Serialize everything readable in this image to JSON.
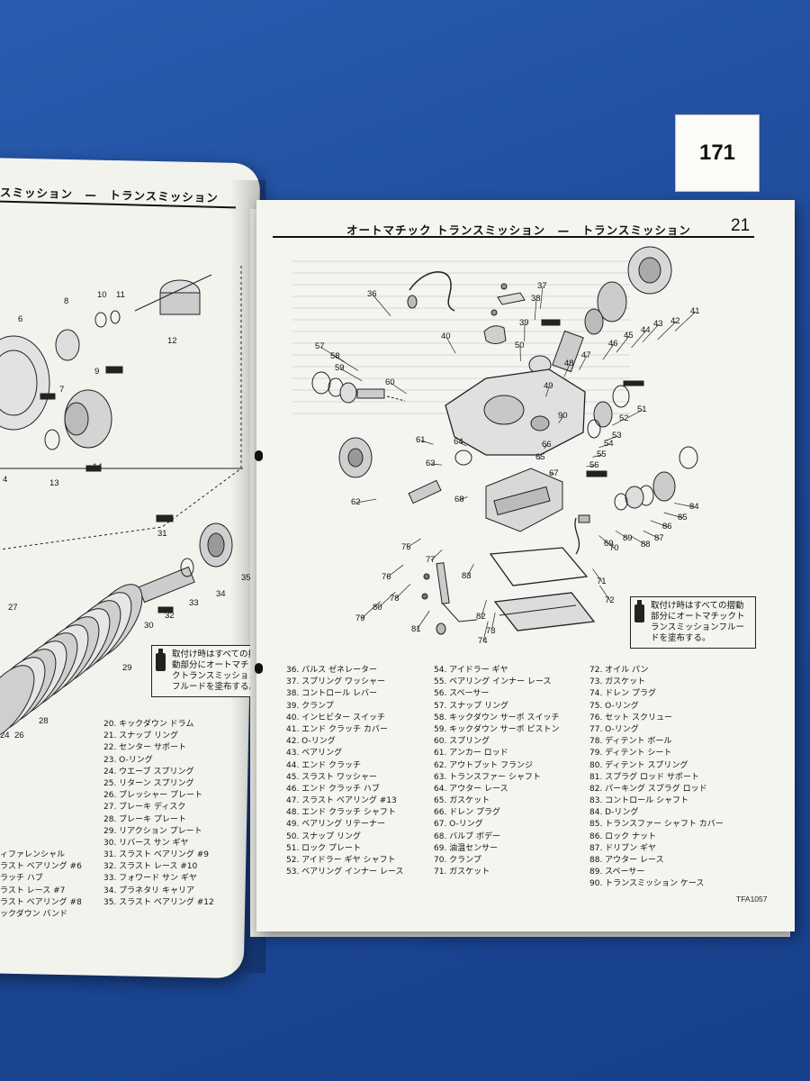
{
  "sticker_number": "171",
  "left_page": {
    "header": "スミッション　—　トランスミッション",
    "callouts": [
      "8",
      "10",
      "11",
      "6",
      "12",
      "9",
      "7",
      "14",
      "13",
      "4",
      "31",
      "35",
      "33",
      "32",
      "30",
      "34",
      "27",
      "29",
      "26",
      "28",
      "24"
    ],
    "parts_list": [
      "20.  キックダウン ドラム",
      "21.  スナップ リング",
      "22.  センター サポート",
      "23.  O-リング",
      "24.  ウエーブ スプリング",
      "25.  リターン スプリング",
      "26.  プレッシャー プレート",
      "27.  ブレーキ ディスク",
      "28.  ブレーキ プレート",
      "29.  リアクション プレート",
      "30.  リバース サン ギヤ",
      "31.  スラスト ベアリング #9",
      "32.  スラスト レース #10",
      "33.  フォワード サン ギヤ",
      "34.  プラネタリ キャリア",
      "35.  スラスト ベアリング #12"
    ],
    "parts_list_cut": [
      "ィファレンシャル",
      "ラスト ベアリング #6",
      "ラッチ ハブ",
      "ラスト レース #7",
      "ラスト ベアリング #8",
      "ックダウン バンド"
    ],
    "note": "取付け時はすべての摺動部分にオートマチックトランスミッションフルードを塗布する。"
  },
  "right_page": {
    "header": "オートマチック トランスミッション　—　トランスミッション",
    "page_number": "21",
    "figure_code": "TFA1057",
    "note": "取付け時はすべての摺動部分にオートマチックトランスミッションフルードを塗布する。",
    "callouts": [
      "36",
      "37",
      "38",
      "39",
      "40",
      "41",
      "42",
      "43",
      "44",
      "45",
      "46",
      "47",
      "48",
      "49",
      "50",
      "51",
      "52",
      "53",
      "54",
      "55",
      "56",
      "57",
      "58",
      "59",
      "60",
      "61",
      "62",
      "63",
      "64",
      "65",
      "66",
      "67",
      "68",
      "69",
      "70",
      "71",
      "72",
      "73",
      "74",
      "75",
      "76",
      "77",
      "78",
      "79",
      "80",
      "81",
      "82",
      "83",
      "84",
      "85",
      "86",
      "87",
      "88",
      "89",
      "90"
    ],
    "parts_col1": [
      "36.  パルス ゼネレーター",
      "37.  スプリング ワッシャー",
      "38.  コントロール レバー",
      "39.  クランプ",
      "40.  インヒビター スイッチ",
      "41.  エンド クラッチ カバー",
      "42.  O-リング",
      "43.  ベアリング",
      "44.  エンド クラッチ",
      "45.  スラスト ワッシャー",
      "46.  エンド クラッチ ハブ",
      "47.  スラスト ベアリング #13",
      "48.  エンド クラッチ シャフト",
      "49.  ベアリング リテーナー",
      "50.  スナップ リング",
      "51.  ロック プレート",
      "52.  アイドラー ギヤ シャフト",
      "53.  ベアリング インナー レース"
    ],
    "parts_col2": [
      "54.  アイドラー ギヤ",
      "55.  ベアリング インナー レース",
      "56.  スペーサー",
      "57.  スナップ リング",
      "58.  キックダウン サーボ スイッチ",
      "59.  キックダウン サーボ ピストン",
      "60.  スプリング",
      "61.  アンカー ロッド",
      "62.  アウトプット フランジ",
      "63.  トランスファー シャフト",
      "64.  アウター レース",
      "65.  ガスケット",
      "66.  ドレン プラグ",
      "67.  O-リング",
      "68.  バルブ ボデー",
      "69.  油温センサー",
      "70.  クランプ",
      "71.  ガスケット"
    ],
    "parts_col3": [
      "72.  オイル パン",
      "73.  ガスケット",
      "74.  ドレン プラグ",
      "75.  O-リング",
      "76.  セット スクリュー",
      "77.  O-リング",
      "78.  ディテント ボール",
      "79.  ディテント シート",
      "80.  ディテント スプリング",
      "81.  スプラグ ロッド サポート",
      "82.  パーキング スプラグ ロッド",
      "83.  コントロール シャフト",
      "84.  D-リング",
      "85.  トランスファー シャフト カバー",
      "86.  ロック ナット",
      "87.  ドリブン ギヤ",
      "88.  アウター レース",
      "89.  スペーサー",
      "90.  トランスミッション ケース"
    ]
  }
}
